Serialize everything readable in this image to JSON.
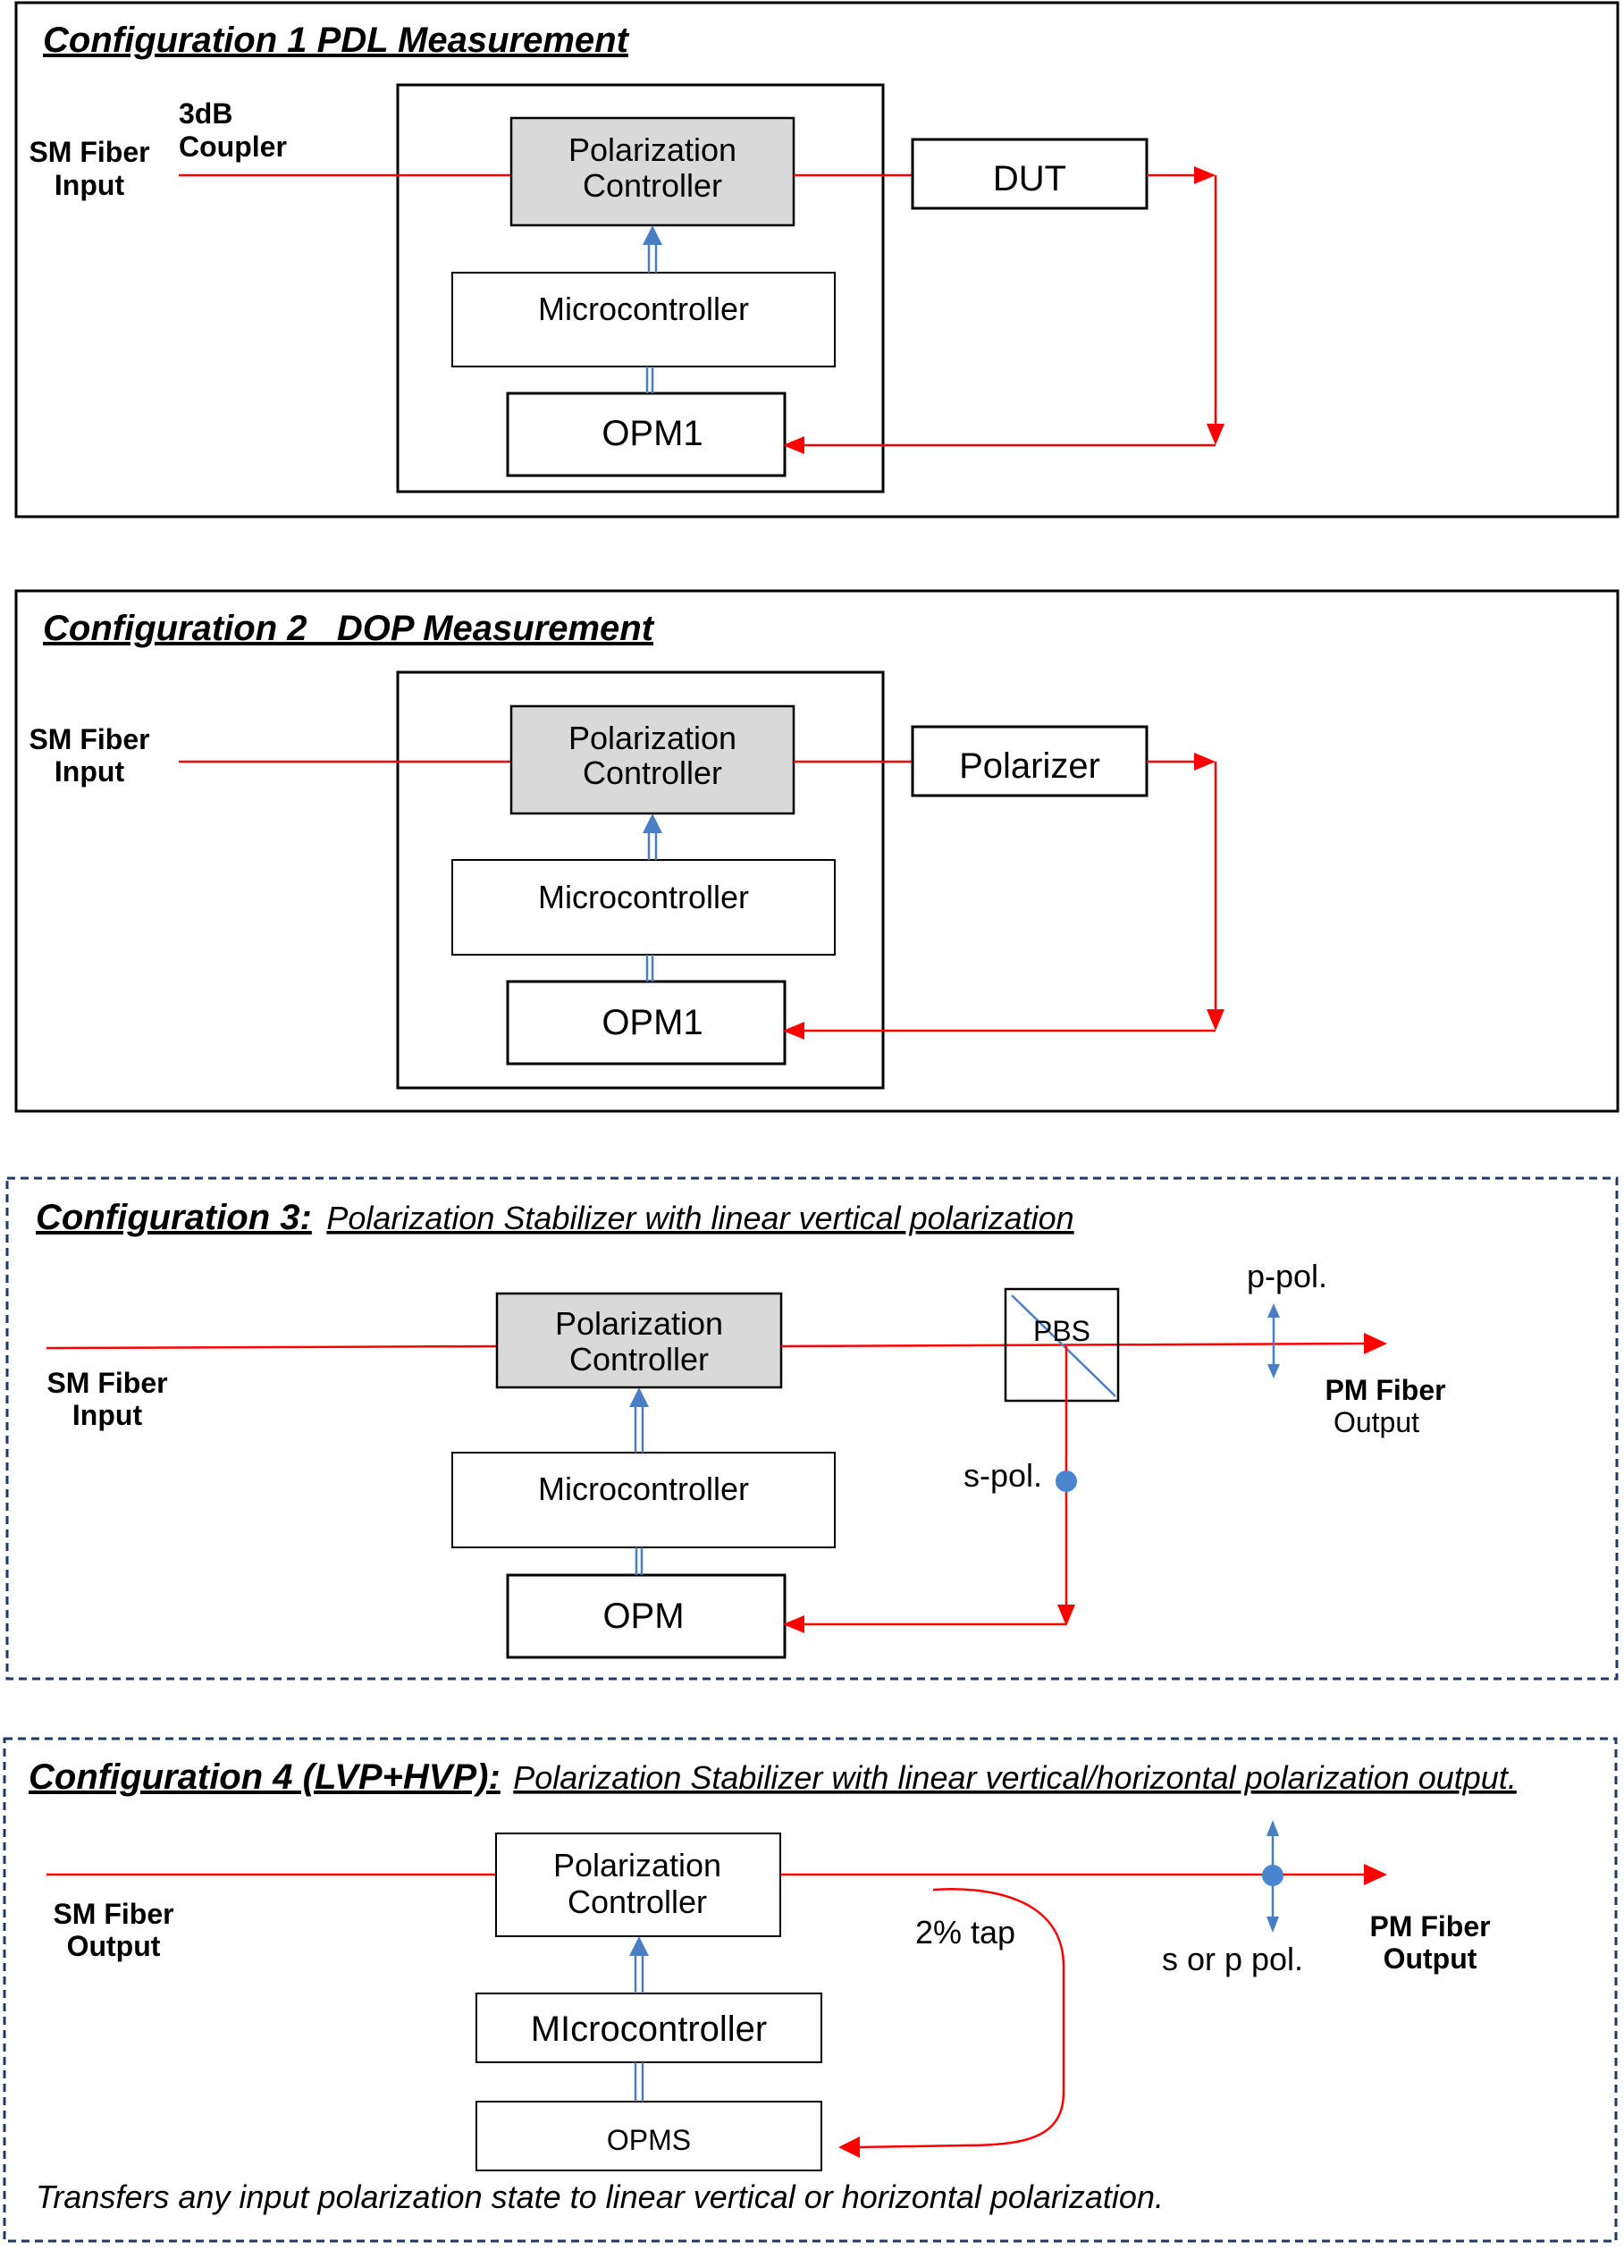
{
  "colors": {
    "signal": "#ff0000",
    "control": "#4a7ec2",
    "controller_fill": "#d9d9d9",
    "dashed_frame": "#1f3864",
    "dot": "#4a86d0"
  },
  "config1": {
    "title": "Configuration 1 PDL Measurement",
    "input_label_1": "SM Fiber",
    "input_label_2": "Input",
    "coupler_label_1": "3dB",
    "coupler_label_2": "Coupler",
    "controller_line1": "Polarization",
    "controller_line2": "Controller",
    "micro": "Microcontroller",
    "opm": "OPM1",
    "dut": "DUT"
  },
  "config2": {
    "title": "Configuration 2   DOP Measurement",
    "input_label_1": "SM Fiber",
    "input_label_2": "Input",
    "controller_line1": "Polarization",
    "controller_line2": "Controller",
    "micro": "Microcontroller",
    "opm": "OPM1",
    "polarizer": "Polarizer"
  },
  "config3": {
    "title": "Configuration 3:",
    "subtitle": "Polarization Stabilizer with linear vertical polarization",
    "input_label_1": "SM Fiber",
    "input_label_2": "Input",
    "controller_line1": "Polarization",
    "controller_line2": "Controller",
    "micro": "Microcontroller",
    "opm": "OPM",
    "pbs": "PBS",
    "ppol": "p-pol.",
    "spol": "s-pol.",
    "output_label_1": "PM Fiber",
    "output_label_2": "Output"
  },
  "config4": {
    "title": "Configuration 4 (LVP+HVP):",
    "subtitle": "Polarization Stabilizer with linear vertical/horizontal polarization output.",
    "input_label_1": "SM Fiber",
    "input_label_2": "Output",
    "controller_line1": "Polarization",
    "controller_line2": "Controller",
    "micro": "MIcrocontroller",
    "opms": "OPMS",
    "tap": "2% tap",
    "sorp": "s or p pol.",
    "output_label_1": "PM Fiber",
    "output_label_2": "Output",
    "footer": "Transfers any input polarization state to linear vertical or horizontal polarization."
  }
}
